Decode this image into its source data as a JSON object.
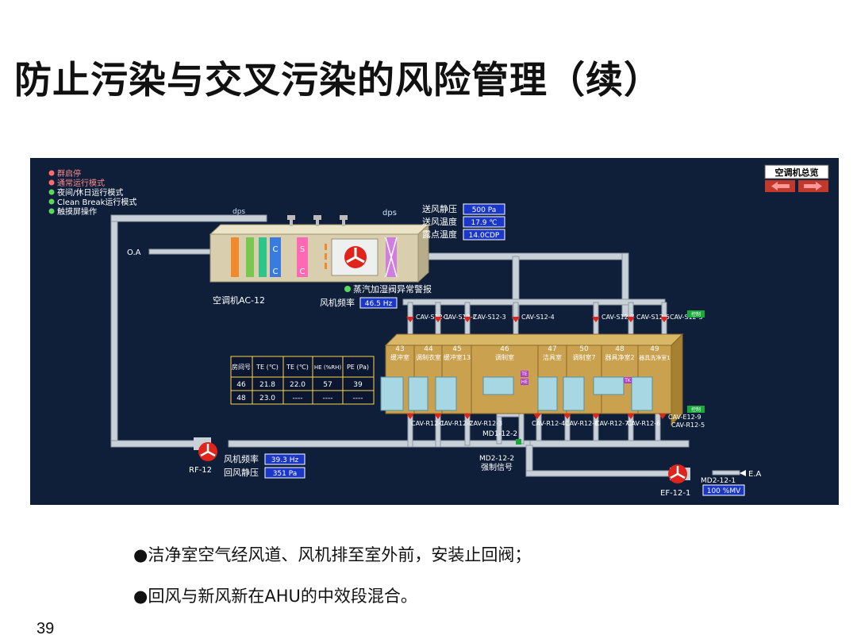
{
  "slide": {
    "title": "防止污染与交叉污染的风险管理（续）",
    "page_number": "39",
    "bullets": [
      "●洁净室空气经风道、风机排至室外前，安装止回阀；",
      "●回风与新风新在AHU的中效段混合。"
    ]
  },
  "scada": {
    "legend": [
      "群启停",
      "通常运行模式",
      "夜间/休日运行模式",
      "Clean Break运行模式",
      "触摸屏操作"
    ],
    "overview_button": "空调机总览",
    "ahu": {
      "name": "空调机AC-12",
      "dps_left": "dps",
      "dps_right": "dps",
      "oa_label": "O.A",
      "fan_freq_label": "风机频率",
      "fan_freq_value": "46.5 Hz",
      "alarm_label": "蒸汽加湿阀异常警报",
      "coil_c1": "C",
      "coil_c2": "C",
      "coil_s": "S",
      "coil_c3": "C"
    },
    "supply": {
      "pressure_label": "送风静压",
      "pressure_value": "500 Pa",
      "temp_label": "送风温度",
      "temp_value": "17.9 ℃",
      "dew_label": "露点温度",
      "dew_value": "14.0CDP"
    },
    "cav_top": [
      "CAV-S12-1",
      "CAV-S12-2",
      "CAV-S12-3",
      "CAV-S12-4",
      "CAV-S12-7",
      "CAV-S12-6",
      "CAV-S12-5"
    ],
    "cav_bottom": [
      "CAV-R12-1",
      "CAV-R12-2",
      "CAV-R12-3",
      "CAV-R12-4",
      "CAV-R12-8",
      "CAV-R12-7",
      "CAV-R12-6"
    ],
    "cav_right_bottom_1": "CAV-E12-9",
    "cav_right_bottom_2": "CAV-R12-5",
    "md1": "MD1-12-2",
    "md2": "MD2-12-2",
    "md2_signal": "强制信号",
    "rooms": [
      {
        "no": "43",
        "name": "缓冲室"
      },
      {
        "no": "44",
        "name": "调制衣室"
      },
      {
        "no": "45",
        "name": "缓冲室13"
      },
      {
        "no": "46",
        "name": "调制室"
      },
      {
        "no": "47",
        "name": "洁具室"
      },
      {
        "no": "50",
        "name": "调制室7"
      },
      {
        "no": "48",
        "name": "器具净室2"
      },
      {
        "no": "49",
        "name": "器具洗净室1"
      }
    ],
    "room_table": {
      "headers": [
        "房间号",
        "TE (℃)",
        "TE (℃)",
        "HE (%RH)",
        "PE (Pa)"
      ],
      "rows": [
        [
          "46",
          "21.8",
          "22.0",
          "57",
          "39"
        ],
        [
          "48",
          "23.0",
          "----",
          "----",
          "----"
        ]
      ]
    },
    "rf": {
      "name": "RF-12",
      "freq_label": "风机频率",
      "freq_value": "39.3 Hz",
      "pressure_label": "回风静压",
      "pressure_value": "351 Pa"
    },
    "ef": {
      "name": "EF-12-1",
      "md": "MD2-12-1",
      "value": "100 %MV",
      "ea_label": "E.A"
    },
    "tag_te": "TE",
    "tag_he": "HE",
    "tag_tk": "TK",
    "tag_green": "控制",
    "colors": {
      "panel_bg": "#0f1f3a",
      "duct": "#c8d0d8",
      "ahu_body": "#d9cfae",
      "room_body": "#c9a14f",
      "window": "#a7d7e3",
      "value_box": "#1a37c8"
    }
  }
}
